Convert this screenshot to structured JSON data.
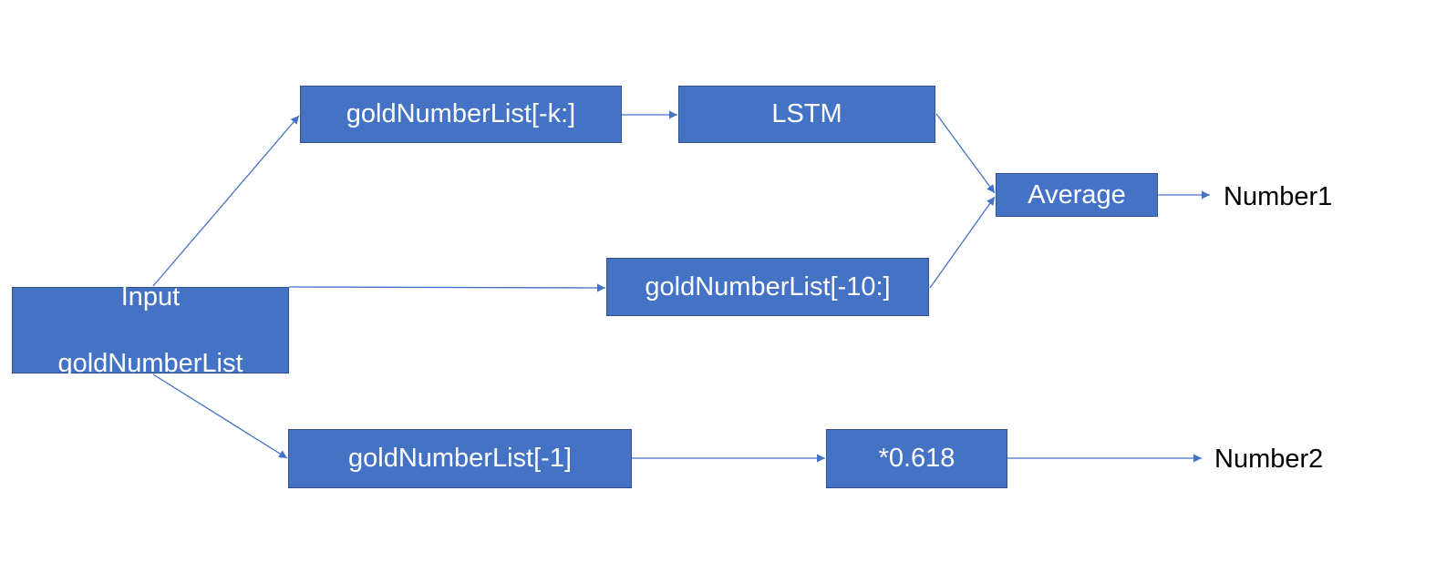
{
  "diagram": {
    "nodes": {
      "input": {
        "line1": "Input",
        "line2": "goldNumberList"
      },
      "slice_k": "goldNumberList[-k:]",
      "lstm": "LSTM",
      "average": "Average",
      "slice_10": "goldNumberList[-10:]",
      "last": "goldNumberList[-1]",
      "multiply": "*0.618"
    },
    "outputs": {
      "number1": "Number1",
      "number2": "Number2"
    },
    "colors": {
      "node_fill": "#4472c4",
      "node_border": "#2f528f",
      "node_text": "#ffffff",
      "edge": "#4472c4"
    }
  }
}
